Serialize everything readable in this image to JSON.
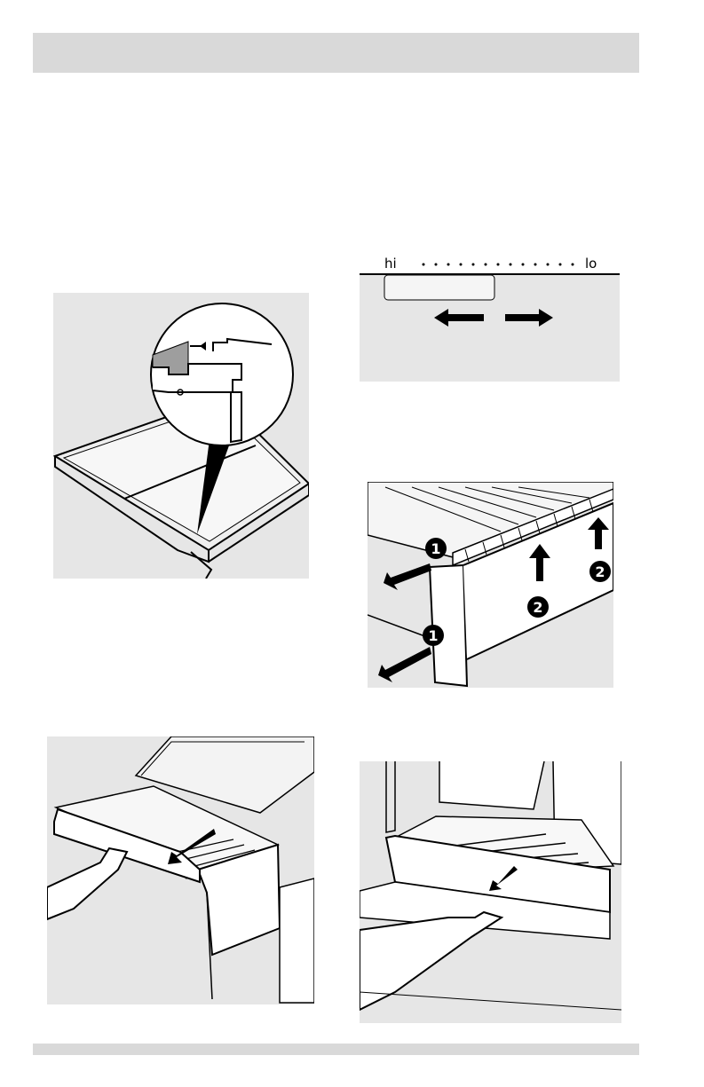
{
  "humidity_control": {
    "high_label": "hi",
    "low_label": "lo"
  },
  "crisper_cover_figure": {
    "step_front": "1",
    "step_lift": "2"
  },
  "colors": {
    "header_bar": "#d9d9d9",
    "panel_background": "#e6e6e6",
    "line_art": "#000000"
  }
}
